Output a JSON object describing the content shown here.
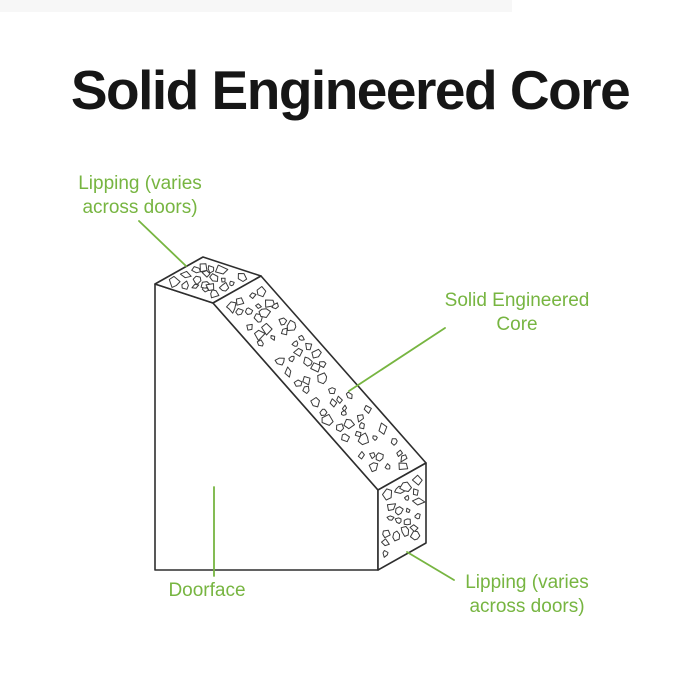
{
  "title": "Solid Engineered Core",
  "colors": {
    "accent": "#77b541",
    "outline": "#2e2e2e",
    "chip": "#3a3a3a",
    "title": "#161616"
  },
  "labels": {
    "lipping_top": "Lipping (varies\nacross doors)",
    "core": "Solid Engineered Core",
    "doorface": "Doorface",
    "lipping_bottom": "Lipping (varies\nacross doors)"
  }
}
